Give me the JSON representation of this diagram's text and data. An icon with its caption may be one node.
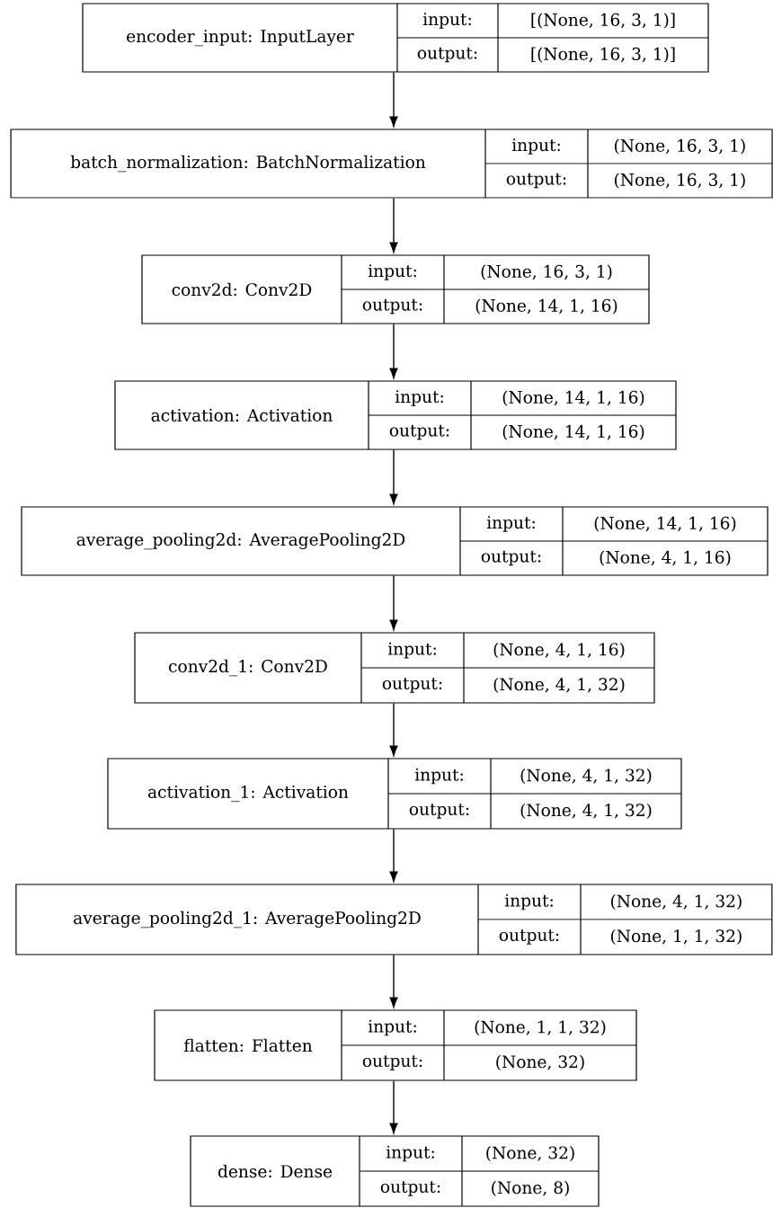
{
  "diagram": {
    "nodes": [
      {
        "text": [
          "encoder_input: InputLayer",
          "input:",
          "[(None, 16, 3, 1)]",
          "output:",
          "[(None, 16, 3, 1)]"
        ]
      },
      {
        "text": [
          "batch_normalization: BatchNormalization",
          "input:",
          "(None, 16, 3, 1)",
          "output:",
          "(None, 16, 3, 1)"
        ]
      },
      {
        "text": [
          "conv2d: Conv2D",
          "input:",
          "(None, 16, 3, 1)",
          "output:",
          "(None, 14, 1, 16)"
        ]
      },
      {
        "text": [
          "activation: Activation",
          "input:",
          "(None, 14, 1, 16)",
          "output:",
          "(None, 14, 1, 16)"
        ]
      },
      {
        "text": [
          "average_pooling2d: AveragePooling2D",
          "input:",
          "(None, 14, 1, 16)",
          "output:",
          "(None, 4, 1, 16)"
        ]
      },
      {
        "text": [
          "conv2d_1: Conv2D",
          "input:",
          "(None, 4, 1, 16)",
          "output:",
          "(None, 4, 1, 32)"
        ]
      },
      {
        "text": [
          "activation_1: Activation",
          "input:",
          "(None, 4, 1, 32)",
          "output:",
          "(None, 4, 1, 32)"
        ]
      },
      {
        "text": [
          "average_pooling2d_1: AveragePooling2D",
          "input:",
          "(None, 4, 1, 32)",
          "output:",
          "(None, 1, 1, 32)"
        ]
      },
      {
        "text": [
          "flatten: Flatten",
          "input:",
          "(None, 1, 1, 32)",
          "output:",
          "(None, 32)"
        ]
      },
      {
        "text": [
          "dense: Dense",
          "input:",
          "(None, 32)",
          "output:",
          "(None, 8)"
        ]
      }
    ],
    "edges": [
      {
        "from": 0,
        "to": 1,
        "arrow": "to"
      },
      {
        "from": 1,
        "to": 2,
        "arrow": "to"
      },
      {
        "from": 2,
        "to": 3,
        "arrow": "to"
      },
      {
        "from": 3,
        "to": 4,
        "arrow": "to"
      },
      {
        "from": 4,
        "to": 5,
        "arrow": "to"
      },
      {
        "from": 5,
        "to": 6,
        "arrow": "to"
      },
      {
        "from": 6,
        "to": 7,
        "arrow": "to"
      },
      {
        "from": 7,
        "to": 8,
        "arrow": "to"
      },
      {
        "from": 8,
        "to": 9,
        "arrow": "to"
      }
    ]
  }
}
